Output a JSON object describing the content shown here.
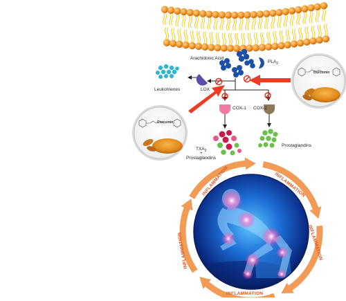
{
  "pathway": {
    "membrane_label": "",
    "arachidonic_acid": "Arachidonic Acid",
    "pla2": "PLA",
    "pla2_sub": "2",
    "lox": "LOX",
    "leukotrienes": "Leukotrienes",
    "cox1": "COX-1",
    "cox2": "COX-2",
    "txa2": "TXA",
    "txa2_sub": "2",
    "txa2_plus": "+",
    "prostaglandins_left": "Prostaglandins",
    "prostaglandins_right": "Prostaglandins"
  },
  "curcumin": {
    "left_label": "Curcumin",
    "right_label": "Curcumin"
  },
  "cycle": {
    "labels": [
      "INFLAMMATION",
      "INFLAMMATION",
      "INFLAMMATION",
      "INFLAMMATION",
      "INFLAMMATION"
    ]
  },
  "colors": {
    "membrane_orange": "#f39a2c",
    "membrane_yellow": "#f7d33a",
    "inhibit_red": "#ee3b24",
    "enzyme_blue": "#1c4fa8",
    "lox_purple": "#5a4ea8",
    "cox1_pink": "#f27aa0",
    "cox2_olive": "#8c7a58",
    "leuko_teal": "#2bb6d6",
    "txa_red": "#c9184a",
    "prosta_green": "#6cc04a",
    "cycle_orange": "#ef8a3a"
  }
}
